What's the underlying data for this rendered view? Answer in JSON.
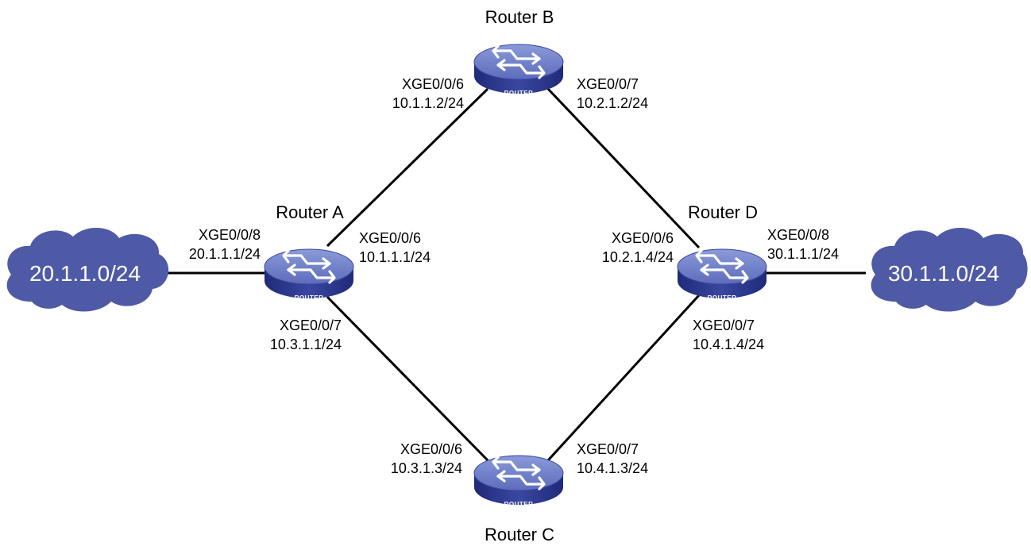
{
  "routers": {
    "a": {
      "name": "Router A",
      "badge": "ROUTER",
      "ports": [
        {
          "port": "XGE0/0/8",
          "ip": "20.1.1.1/24"
        },
        {
          "port": "XGE0/0/6",
          "ip": "10.1.1.1/24"
        },
        {
          "port": "XGE0/0/7",
          "ip": "10.3.1.1/24"
        }
      ]
    },
    "b": {
      "name": "Router B",
      "badge": "ROUTER",
      "ports": [
        {
          "port": "XGE0/0/6",
          "ip": "10.1.1.2/24"
        },
        {
          "port": "XGE0/0/7",
          "ip": "10.2.1.2/24"
        }
      ]
    },
    "c": {
      "name": "Router C",
      "badge": "ROUTER",
      "ports": [
        {
          "port": "XGE0/0/6",
          "ip": "10.3.1.3/24"
        },
        {
          "port": "XGE0/0/7",
          "ip": "10.4.1.3/24"
        }
      ]
    },
    "d": {
      "name": "Router D",
      "badge": "ROUTER",
      "ports": [
        {
          "port": "XGE0/0/6",
          "ip": "10.2.1.4/24"
        },
        {
          "port": "XGE0/0/8",
          "ip": "30.1.1.1/24"
        },
        {
          "port": "XGE0/0/7",
          "ip": "10.4.1.4/24"
        }
      ]
    }
  },
  "networks": {
    "left": {
      "label": "20.1.1.0/24"
    },
    "right": {
      "label": "30.1.1.0/24"
    }
  },
  "colors": {
    "router_top": "#6f80c8",
    "router_side": "#2e3a8c",
    "cloud": "#4e5aa6",
    "link": "#000000"
  }
}
